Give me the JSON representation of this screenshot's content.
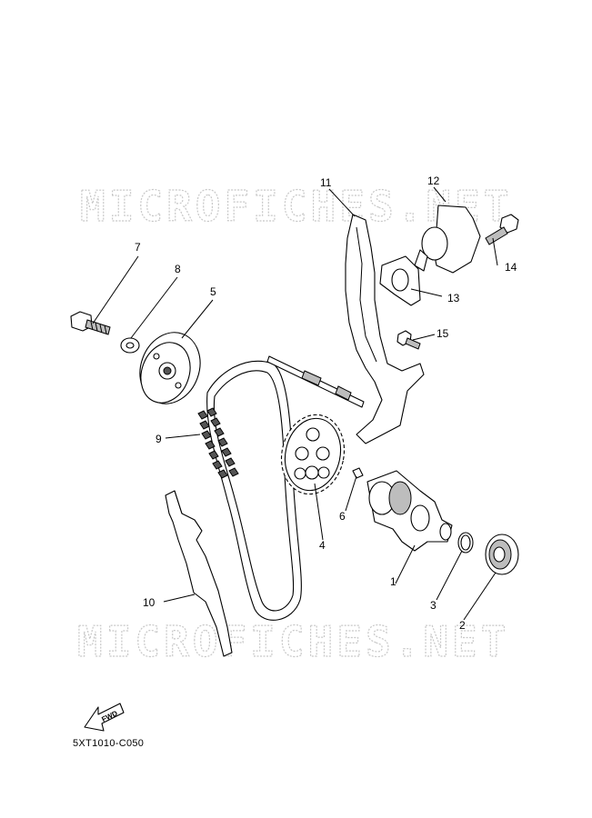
{
  "watermark": {
    "text": "MICROFICHES.NET"
  },
  "diagram_code": "5XT1010-C050",
  "fwd_label": "FWD",
  "parts": [
    {
      "id": "p1",
      "number": "1"
    },
    {
      "id": "p2",
      "number": "2"
    },
    {
      "id": "p3",
      "number": "3"
    },
    {
      "id": "p4",
      "number": "4"
    },
    {
      "id": "p5",
      "number": "5"
    },
    {
      "id": "p6",
      "number": "6"
    },
    {
      "id": "p7",
      "number": "7"
    },
    {
      "id": "p8",
      "number": "8"
    },
    {
      "id": "p9",
      "number": "9"
    },
    {
      "id": "p10",
      "number": "10"
    },
    {
      "id": "p11",
      "number": "11"
    },
    {
      "id": "p12",
      "number": "12"
    },
    {
      "id": "p13",
      "number": "13"
    },
    {
      "id": "p14",
      "number": "14"
    },
    {
      "id": "p15",
      "number": "15"
    }
  ]
}
